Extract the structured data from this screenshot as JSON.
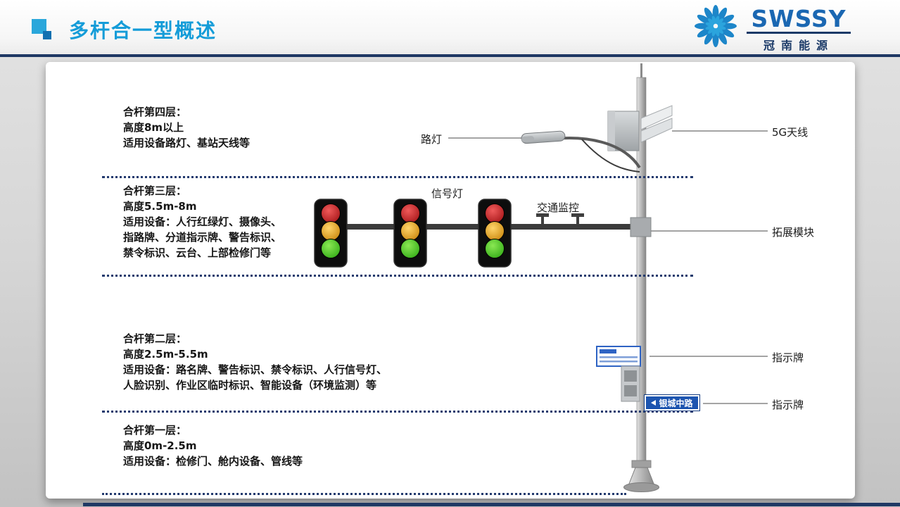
{
  "header": {
    "title": "多杆合一型概述",
    "logo_brand": "SWSSY",
    "logo_company": "冠南能源"
  },
  "layers": [
    {
      "title": "合杆第四层：",
      "rows": [
        "高度8m以上",
        "适用设备路灯、基站天线等"
      ]
    },
    {
      "title": "合杆第三层：",
      "rows": [
        "高度5.5m-8m",
        "适用设备：人行红绿灯、摄像头、",
        "指路牌、分道指示牌、警告标识、",
        "禁令标识、云台、上部检修门等"
      ]
    },
    {
      "title": "合杆第二层：",
      "rows": [
        "高度2.5m-5.5m",
        "适用设备：路名牌、警告标识、禁令标识、人行信号灯、",
        "人脸识别、作业区临时标识、智能设备（环境监测）等"
      ]
    },
    {
      "title": "合杆第一层：",
      "rows": [
        "高度0m-2.5m",
        "适用设备：检修门、舱内设备、管线等"
      ]
    }
  ],
  "diagram": {
    "street_light_label": "路灯",
    "signal_light_label": "信号灯",
    "traffic_monitor_label": "交通监控",
    "antenna_5g_label": "5G天线",
    "expansion_module_label": "拓展模块",
    "sign_board_top_label": "指示牌",
    "sign_board_bottom_label": "指示牌",
    "street_sign_text": "银城中路"
  },
  "colors": {
    "title_blue": "#149cd8",
    "navy": "#1f3864",
    "signal_red": "#b41318",
    "signal_amber": "#d88f0e",
    "signal_green": "#43c31f",
    "sign_blue": "#1d55b0"
  }
}
